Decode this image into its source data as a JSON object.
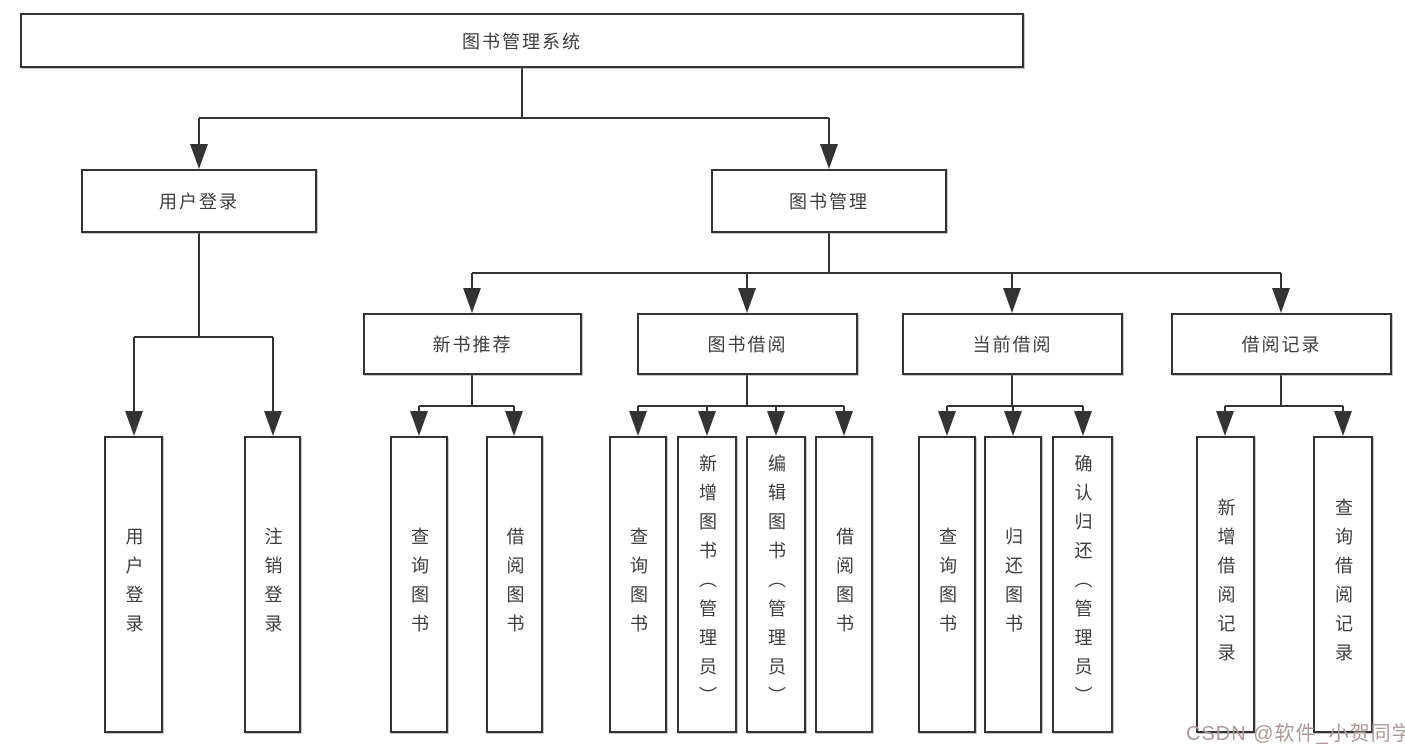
{
  "diagram": {
    "tree": {
      "root": {
        "label": "图书管理系统",
        "children": [
          {
            "label": "用户登录",
            "children": [
              {
                "label": "用户登录"
              },
              {
                "label": "注销登录"
              }
            ]
          },
          {
            "label": "图书管理",
            "children": [
              {
                "label": "新书推荐",
                "children": [
                  {
                    "label": "查询图书"
                  },
                  {
                    "label": "借阅图书"
                  }
                ]
              },
              {
                "label": "图书借阅",
                "children": [
                  {
                    "label": "查询图书"
                  },
                  {
                    "label": "新增图书（管理员）"
                  },
                  {
                    "label": "编辑图书（管理员）"
                  },
                  {
                    "label": "借阅图书"
                  }
                ]
              },
              {
                "label": "当前借阅",
                "children": [
                  {
                    "label": "查询图书"
                  },
                  {
                    "label": "归还图书"
                  },
                  {
                    "label": "确认归还（管理员）"
                  }
                ]
              },
              {
                "label": "借阅记录",
                "children": [
                  {
                    "label": "新增借阅记录"
                  },
                  {
                    "label": "查询借阅记录"
                  }
                ]
              }
            ]
          }
        ]
      }
    },
    "colors": {
      "line": "#333333",
      "text": "#3d3d3d",
      "background": "#ffffff",
      "watermark": "#ab9a9a"
    }
  },
  "watermark": {
    "text": "CSDN @软件_小贺同学"
  }
}
